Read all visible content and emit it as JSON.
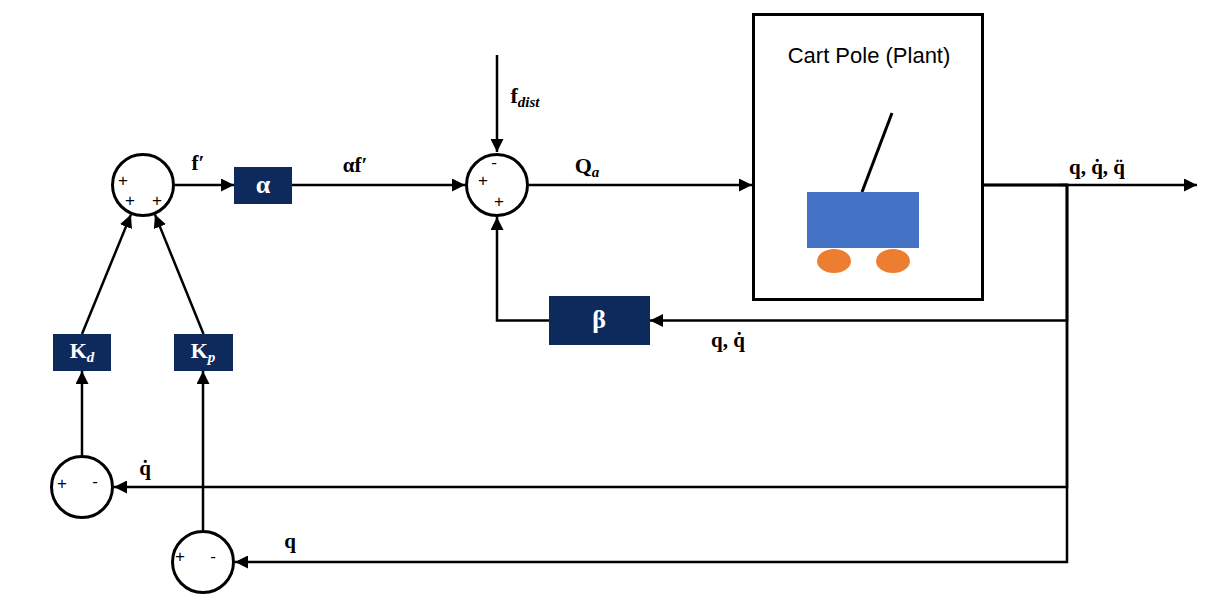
{
  "diagram": {
    "nodes": [
      {
        "text": [
          "+",
          "+",
          "+"
        ]
      },
      {
        "text": [
          "α"
        ]
      },
      {
        "text": [
          "-",
          "+",
          "+"
        ]
      },
      {
        "text": [
          "Cart Pole (Plant)"
        ]
      },
      {
        "text": [
          "β"
        ]
      },
      {
        "text": [
          "Kd"
        ]
      },
      {
        "text": [
          "Kp"
        ]
      },
      {
        "text": [
          "+",
          "-"
        ]
      },
      {
        "text": [
          "+",
          "-"
        ]
      }
    ],
    "edges": [
      {
        "from": 0,
        "to": 1,
        "arrow": "to",
        "label": "f′"
      },
      {
        "from": 1,
        "to": 2,
        "arrow": "to",
        "label": "αf′"
      },
      {
        "from": 2,
        "to": 3,
        "arrow": "to",
        "label": "Qa"
      },
      {
        "from": 3,
        "to": 4,
        "arrow": "to",
        "label": "q, q̇"
      },
      {
        "from": 4,
        "to": 2,
        "arrow": "to"
      },
      {
        "from": 3,
        "to": 7,
        "arrow": "to",
        "label": "q̇"
      },
      {
        "from": 3,
        "to": 8,
        "arrow": "to",
        "label": "q"
      },
      {
        "from": 7,
        "to": 5,
        "arrow": "to"
      },
      {
        "from": 8,
        "to": 6,
        "arrow": "to"
      },
      {
        "from": 5,
        "to": 0,
        "arrow": "to"
      },
      {
        "from": 6,
        "to": 0,
        "arrow": "to"
      }
    ],
    "labels": [
      "fdist",
      "q, q̇, q̈"
    ]
  }
}
